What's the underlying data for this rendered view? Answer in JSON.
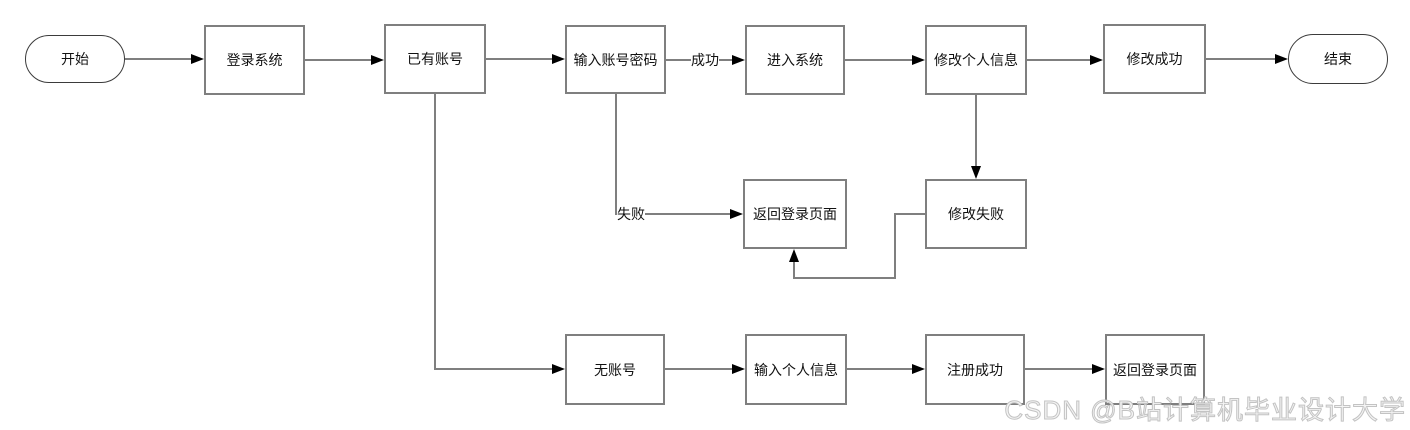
{
  "diagram": {
    "nodes": {
      "start": "开始",
      "login_system": "登录系统",
      "has_account": "已有账号",
      "enter_credentials": "输入账号密码",
      "enter_system": "进入系统",
      "edit_profile": "修改个人信息",
      "edit_success": "修改成功",
      "end": "结束",
      "back_to_login": "返回登录页面",
      "edit_fail": "修改失败",
      "no_account": "无账号",
      "enter_personal_info": "输入个人信息",
      "register_success": "注册成功",
      "back_to_login_2": "返回登录页面"
    },
    "edge_labels": {
      "success": "成功",
      "fail": "失败"
    },
    "edges": [
      {
        "from": "start",
        "to": "login_system"
      },
      {
        "from": "login_system",
        "to": "has_account"
      },
      {
        "from": "has_account",
        "to": "enter_credentials"
      },
      {
        "from": "enter_credentials",
        "to": "enter_system",
        "label": "成功"
      },
      {
        "from": "enter_system",
        "to": "edit_profile"
      },
      {
        "from": "edit_profile",
        "to": "edit_success"
      },
      {
        "from": "edit_success",
        "to": "end"
      },
      {
        "from": "enter_credentials",
        "to": "back_to_login",
        "label": "失败"
      },
      {
        "from": "edit_profile",
        "to": "edit_fail"
      },
      {
        "from": "edit_fail",
        "to": "back_to_login"
      },
      {
        "from": "has_account",
        "to": "no_account"
      },
      {
        "from": "no_account",
        "to": "enter_personal_info"
      },
      {
        "from": "enter_personal_info",
        "to": "register_success"
      },
      {
        "from": "register_success",
        "to": "back_to_login_2"
      }
    ],
    "colors": {
      "background": "#ffffff",
      "node_border": "#7f7f7f",
      "terminal_border": "#3b3b3b",
      "connector": "#7f7f7f",
      "arrowhead": "#000000",
      "text": "#111111",
      "watermark": "#c3c3c3"
    }
  },
  "watermark": {
    "text": "CSDN @B站计算机毕业设计大学"
  }
}
